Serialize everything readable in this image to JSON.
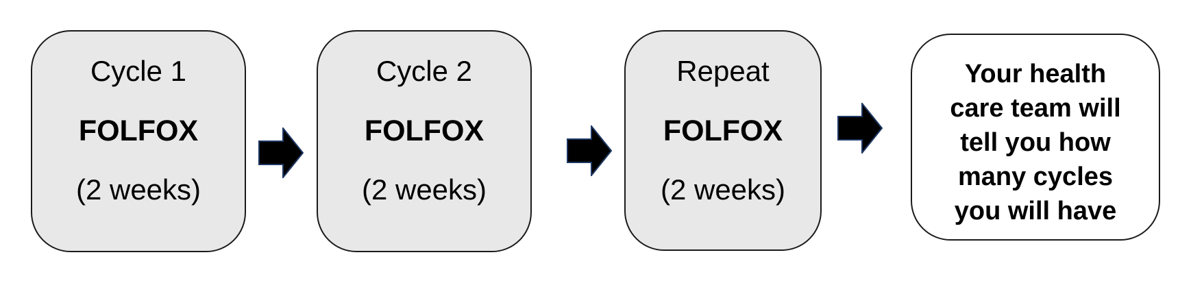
{
  "steps": [
    {
      "label": "Cycle 1",
      "regimen": "FOLFOX",
      "duration": "(2 weeks)"
    },
    {
      "label": "Cycle 2",
      "regimen": "FOLFOX",
      "duration": "(2 weeks)"
    },
    {
      "label": "Repeat",
      "regimen": "FOLFOX",
      "duration": "(2 weeks)"
    }
  ],
  "final_note": {
    "lines": [
      "Your health",
      "care team will",
      "tell you how",
      "many cycles",
      "you will have"
    ]
  },
  "colors": {
    "step_fill": "#e8e8e8",
    "final_fill": "#ffffff",
    "border": "#1a1a1a",
    "arrow_fill": "#000000",
    "arrow_outline": "#1f3864"
  },
  "icons": {
    "connector": "right-arrow-icon"
  }
}
